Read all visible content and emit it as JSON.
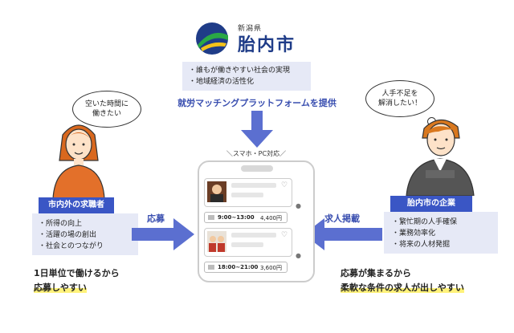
{
  "header": {
    "prefecture": "新潟県",
    "city": "胎内市",
    "goals": [
      "・誰もが働きやすい社会の実現",
      "・地域経済の活性化"
    ],
    "platform_label": "就労マッチングプラットフォームを提供"
  },
  "phone": {
    "label": "＼スマホ・PC対応／",
    "jobs": [
      {
        "time": "9:00~13:00",
        "pay": "4,400円"
      },
      {
        "time": "18:00~21:00",
        "pay": "3,600円"
      }
    ]
  },
  "seekers": {
    "speech": [
      "空いた時間に",
      "働きたい"
    ],
    "title": "市内外の求職者",
    "items": [
      "・所得の向上",
      "・活躍の場の創出",
      "・社会とのつながり"
    ],
    "arrow_label": "応募",
    "footer_line1": "1日単位で働けるから",
    "footer_line2": "応募しやすい"
  },
  "company": {
    "speech": [
      "人手不足を",
      "解消したい！"
    ],
    "title": "胎内市の企業",
    "items": [
      "・繁忙期の人手確保",
      "・業務効率化",
      "・将来の人材発掘"
    ],
    "arrow_label": "求人掲載",
    "footer_line1": "応募が集まるから",
    "footer_line2": "柔軟な条件の求人が出しやすい"
  },
  "colors": {
    "accent": "#3a56c5",
    "box_bg": "#e6e9f6",
    "highlight": "#fff27a",
    "arrow": "#5b6fd0"
  },
  "icons": [
    "city-logo-icon",
    "heart-icon",
    "pin-icon",
    "person-female-icon",
    "person-male-icon"
  ]
}
